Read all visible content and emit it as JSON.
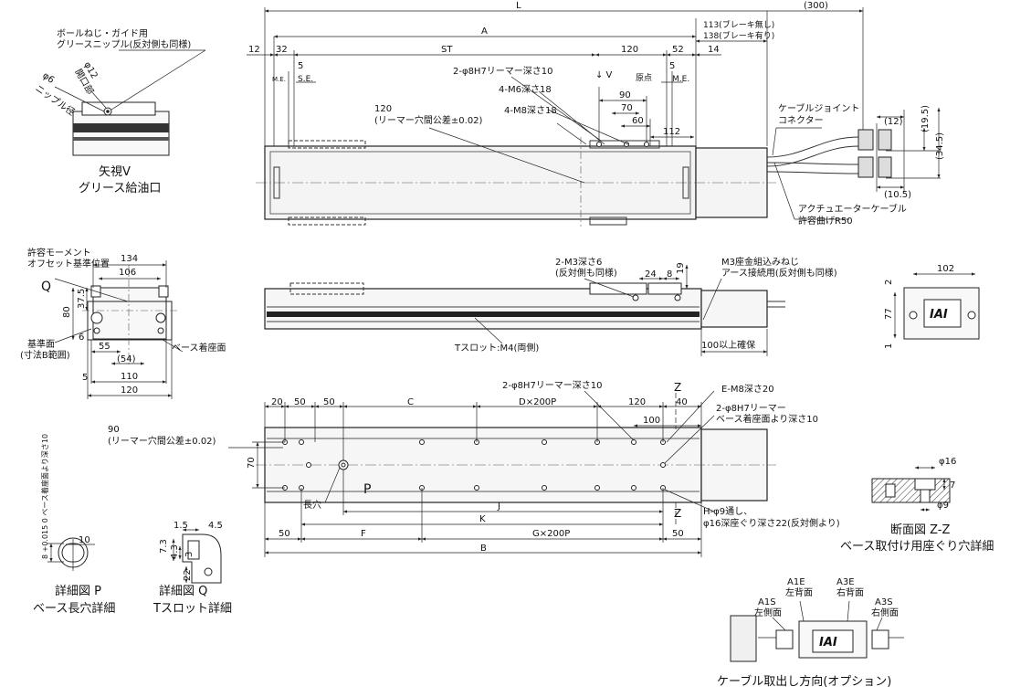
{
  "top_view": {
    "L": "L",
    "ext_300": "(300)",
    "len_113": "113(ブレーキ無し)",
    "len_138": "138(ブレーキ有り)",
    "A": "A",
    "d12": "12",
    "d32": "32",
    "ST": "ST",
    "d120": "120",
    "d52": "52",
    "d14": "14",
    "d5a": "5",
    "d5b": "5",
    "SE": "S.E.",
    "ME_left": "M.E.",
    "ME_right": "M.E.",
    "view_V": "↓ V",
    "origin": "原点",
    "reamer_8": "2-φ8H7リーマー深さ10",
    "m6": "4-M6深さ18",
    "m8": "4-M8深さ18",
    "d90": "90",
    "d70": "70",
    "d60": "60",
    "d112": "112",
    "reamer_120_line1": "120",
    "reamer_120_line2": "(リーマー穴間公差±0.02)",
    "cable_joint_1": "ケーブルジョイント",
    "cable_joint_2": "コネクター",
    "d12p": "(12)",
    "d195": "(19.5)",
    "d345": "(34.5)",
    "d105": "(10.5)",
    "act_cable_1": "アクチュエーターケーブル",
    "act_cable_2": "許容曲げR50"
  },
  "view_v": {
    "label_1": "ボールねじ・ガイド用",
    "label_2": "グリースニップル(反対側も同様)",
    "phi6": "φ6",
    "nipple": "ニップル径",
    "phi12": "φ12",
    "opening": "開口部",
    "caption_1": "矢視V",
    "caption_2": "グリース給油口"
  },
  "end_view": {
    "moment_1": "許容モーメント",
    "moment_2": "オフセット基準位置",
    "d134": "134",
    "d106": "106",
    "Q": "Q",
    "d375": "37.5",
    "d80": "80",
    "d6": "6",
    "d55": "55",
    "d54": "(54)",
    "d110": "110",
    "d120": "120",
    "d5": "5",
    "ref_1": "基準面",
    "ref_2": "(寸法B範囲)",
    "base_mount": "ベース着座面"
  },
  "side_view": {
    "m3_1": "2-M3深さ6",
    "m3_2": "(反対側も同様)",
    "d24": "24",
    "d8": "8",
    "d19": "19",
    "m3_screw_1": "M3座金組込みねじ",
    "m3_screw_2": "アース接続用(反対側も同様)",
    "tslot": "Tスロット:M4(両側)",
    "keep100": "100以上確保"
  },
  "bottom_view": {
    "d20": "20",
    "d50a": "50",
    "d50b": "50",
    "C": "C",
    "D": "D×200P",
    "d120": "120",
    "d40": "40",
    "d100": "100",
    "Z1": "Z",
    "Z2": "Z",
    "reamer": "2-φ8H7リーマー深さ10",
    "em8": "E-M8深さ20",
    "reamer2_1": "2-φ8H7リーマー",
    "reamer2_2": "ベース着座面より深さ10",
    "d90_1": "90",
    "d90_2": "(リーマー穴間公差±0.02)",
    "d70": "70",
    "P": "P",
    "slot": "長穴",
    "J": "J",
    "K": "K",
    "F": "F",
    "G": "G×200P",
    "d50c": "50",
    "d50d": "50",
    "B": "B",
    "H_1": "H-φ9通し、",
    "H_2": "φ16深座ぐり深さ22(反対側より)"
  },
  "detail_p": {
    "tol": "8 +0.015 0 ベース着座面より深さ10",
    "d10": "10",
    "caption_1": "詳細図 P",
    "caption_2": "ベース長穴詳細"
  },
  "detail_q": {
    "d15": "1.5",
    "d45": "4.5",
    "d73": "7.3",
    "d43": "4.3",
    "d3": "3",
    "d22": "22",
    "caption_1": "詳細図 Q",
    "caption_2": "Tスロット詳細"
  },
  "section_zz": {
    "phi16": "φ16",
    "phi9": "φ9",
    "d7": "7",
    "caption_1": "断面図 Z-Z",
    "caption_2": "ベース取付け用座ぐり穴詳細"
  },
  "end_small": {
    "d102": "102",
    "d2": "2",
    "d77": "77",
    "d1": "1",
    "logo": "IAI"
  },
  "cable_option": {
    "A1E_1": "A1E",
    "A1E_2": "左背面",
    "A3E_1": "A3E",
    "A3E_2": "右背面",
    "A1S_1": "A1S",
    "A1S_2": "左側面",
    "A3S_1": "A3S",
    "A3S_2": "右側面",
    "logo": "IAI",
    "caption": "ケーブル取出し方向(オプション)"
  }
}
